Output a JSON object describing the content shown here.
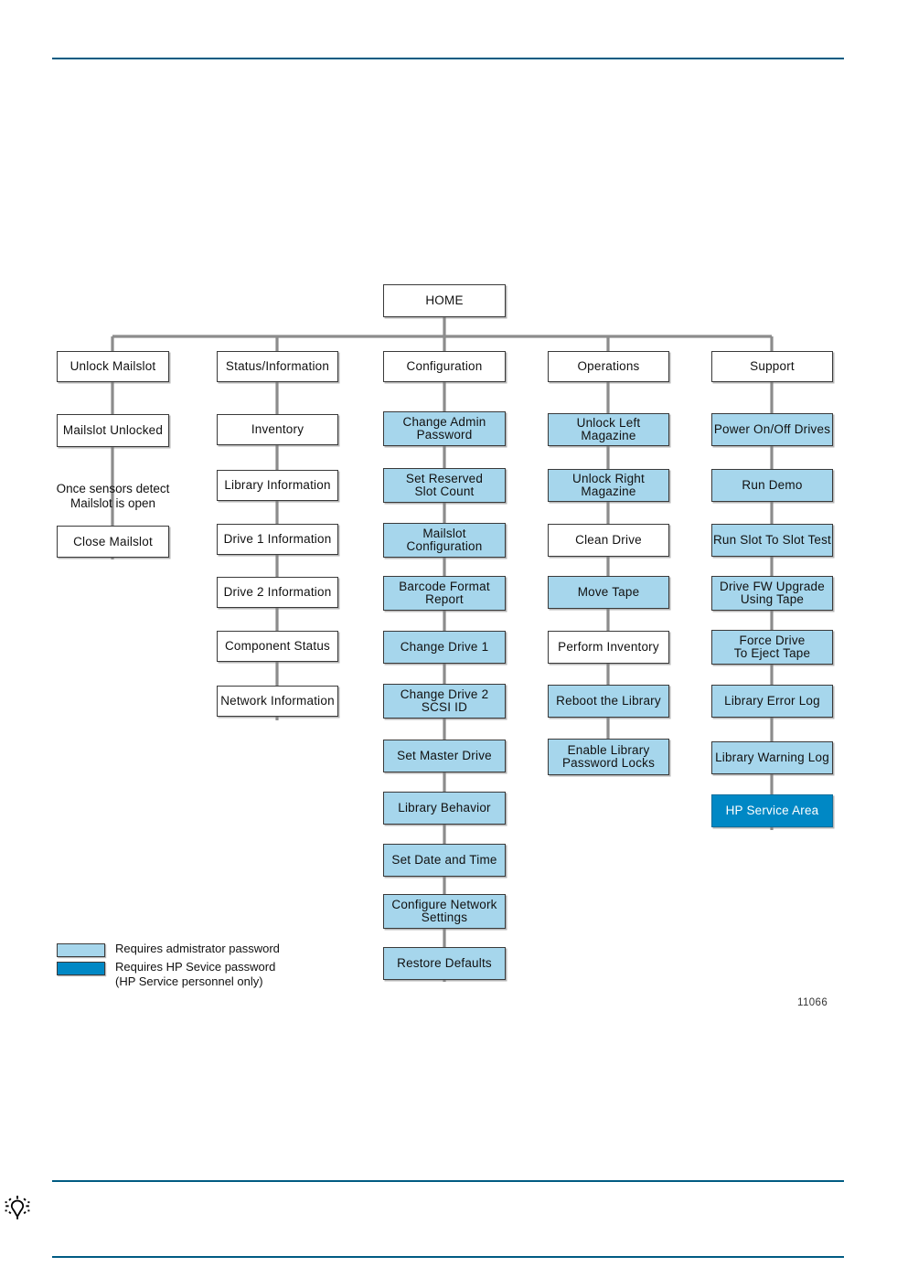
{
  "figure": {
    "id_label": "11066",
    "root": {
      "label": "HOME"
    },
    "columns": [
      {
        "header": "Unlock Mailslot",
        "items": [
          {
            "label": "Mailslot Unlocked",
            "level": "none",
            "kind": "box"
          },
          {
            "label": "Once sensors detect\nMailslot is open",
            "level": "none",
            "kind": "note"
          },
          {
            "label": "Close Mailslot",
            "level": "none",
            "kind": "box"
          }
        ]
      },
      {
        "header": "Status/Information",
        "items": [
          {
            "label": "Inventory",
            "level": "none",
            "kind": "box"
          },
          {
            "label": "Library Information",
            "level": "none",
            "kind": "box"
          },
          {
            "label": "Drive 1 Information",
            "level": "none",
            "kind": "box"
          },
          {
            "label": "Drive 2 Information",
            "level": "none",
            "kind": "box"
          },
          {
            "label": "Component Status",
            "level": "none",
            "kind": "box"
          },
          {
            "label": "Network Information",
            "level": "none",
            "kind": "box"
          }
        ]
      },
      {
        "header": "Configuration",
        "items": [
          {
            "label": "Change Admin\nPassword",
            "level": "admin",
            "kind": "box"
          },
          {
            "label": "Set Reserved\nSlot Count",
            "level": "admin",
            "kind": "box"
          },
          {
            "label": "Mailslot\nConfiguration",
            "level": "admin",
            "kind": "box"
          },
          {
            "label": "Barcode Format\nReport",
            "level": "admin",
            "kind": "box"
          },
          {
            "label": "Change Drive 1",
            "level": "admin",
            "kind": "box"
          },
          {
            "label": "Change Drive 2\nSCSI ID",
            "level": "admin",
            "kind": "box"
          },
          {
            "label": "Set Master Drive",
            "level": "admin",
            "kind": "box"
          },
          {
            "label": "Library Behavior",
            "level": "admin",
            "kind": "box"
          },
          {
            "label": "Set  Date and Time",
            "level": "admin",
            "kind": "box"
          },
          {
            "label": "Configure Network\nSettings",
            "level": "admin",
            "kind": "box"
          },
          {
            "label": "Restore Defaults",
            "level": "admin",
            "kind": "box"
          }
        ]
      },
      {
        "header": "Operations",
        "items": [
          {
            "label": "Unlock Left Magazine",
            "level": "admin",
            "kind": "box"
          },
          {
            "label": "Unlock Right Magazine",
            "level": "admin",
            "kind": "box"
          },
          {
            "label": "Clean Drive",
            "level": "none",
            "kind": "box"
          },
          {
            "label": "Move Tape",
            "level": "admin",
            "kind": "box"
          },
          {
            "label": "Perform Inventory",
            "level": "none",
            "kind": "box"
          },
          {
            "label": "Reboot the Library",
            "level": "admin",
            "kind": "box"
          },
          {
            "label": "Enable Library\nPassword Locks",
            "level": "admin",
            "kind": "box"
          }
        ]
      },
      {
        "header": "Support",
        "items": [
          {
            "label": "Power On/Off Drives",
            "level": "admin",
            "kind": "box"
          },
          {
            "label": "Run Demo",
            "level": "admin",
            "kind": "box"
          },
          {
            "label": "Run Slot To Slot Test",
            "level": "admin",
            "kind": "box"
          },
          {
            "label": "Drive FW Upgrade\nUsing Tape",
            "level": "admin",
            "kind": "box"
          },
          {
            "label": "Force Drive\nTo Eject Tape",
            "level": "admin",
            "kind": "box"
          },
          {
            "label": "Library Error Log",
            "level": "admin",
            "kind": "box"
          },
          {
            "label": "Library Warning Log",
            "level": "admin",
            "kind": "box"
          },
          {
            "label": "HP Service Area",
            "level": "service",
            "kind": "box"
          }
        ]
      }
    ],
    "legend": [
      {
        "swatch": "admin",
        "text": "Requires admistrator password"
      },
      {
        "swatch": "service",
        "text": "Requires HP Sevice password\n(HP Service personnel only)"
      }
    ],
    "colors": {
      "admin_fill": "#a6d6ec",
      "service_fill": "#0088c5",
      "connector": "#8c8c8c",
      "box_border": "#3a3a3a",
      "rule": "#005b82"
    }
  }
}
